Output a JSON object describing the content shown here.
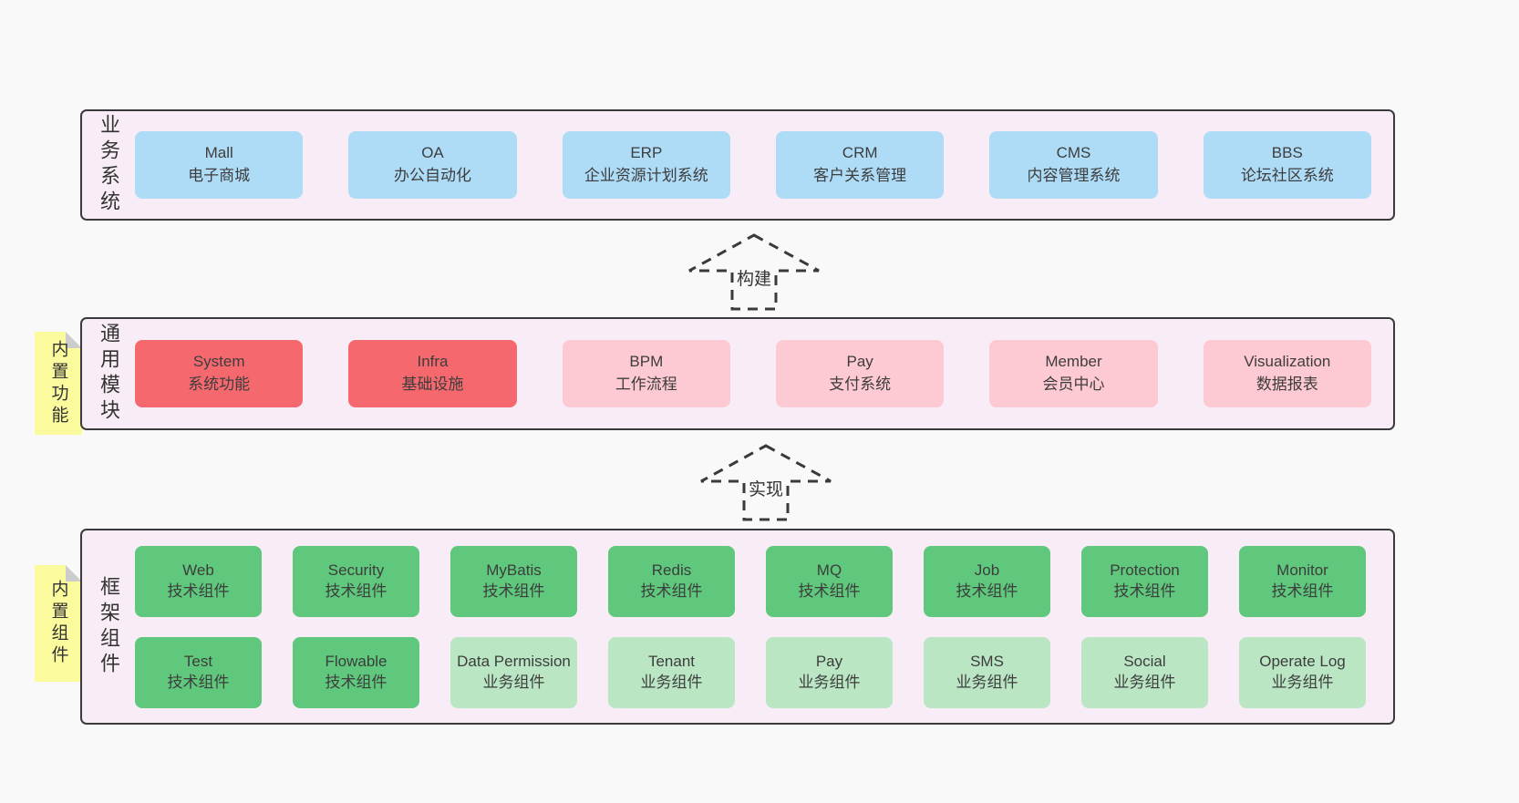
{
  "colors": {
    "page_bg": "#f9f9f9",
    "layer_bg": "#f8edf6",
    "border": "#3a3a3a",
    "text": "#3d3d3d",
    "blue": "#aedcf7",
    "red": "#f5696e",
    "pink": "#fdc9d3",
    "green": "#5fc87c",
    "lightgreen": "#bae6c4",
    "note": "#fbfb9e",
    "fold": "#cccccc"
  },
  "arrows": [
    {
      "label": "构建"
    },
    {
      "label": "实现"
    }
  ],
  "layers": [
    {
      "label": "业务系统",
      "boxes": [
        {
          "title": "Mall",
          "subtitle": "电子商城",
          "variant": "blue"
        },
        {
          "title": "OA",
          "subtitle": "办公自动化",
          "variant": "blue"
        },
        {
          "title": "ERP",
          "subtitle": "企业资源计划系统",
          "variant": "blue"
        },
        {
          "title": "CRM",
          "subtitle": "客户关系管理",
          "variant": "blue"
        },
        {
          "title": "CMS",
          "subtitle": "内容管理系统",
          "variant": "blue"
        },
        {
          "title": "BBS",
          "subtitle": "论坛社区系统",
          "variant": "blue"
        }
      ]
    },
    {
      "label": "通用模块",
      "note": "内置功能",
      "boxes": [
        {
          "title": "System",
          "subtitle": "系统功能",
          "variant": "red"
        },
        {
          "title": "Infra",
          "subtitle": "基础设施",
          "variant": "red"
        },
        {
          "title": "BPM",
          "subtitle": "工作流程",
          "variant": "pink"
        },
        {
          "title": "Pay",
          "subtitle": "支付系统",
          "variant": "pink"
        },
        {
          "title": "Member",
          "subtitle": "会员中心",
          "variant": "pink"
        },
        {
          "title": "Visualization",
          "subtitle": "数据报表",
          "variant": "pink"
        }
      ]
    },
    {
      "label": "框架组件",
      "note": "内置组件",
      "boxes": [
        {
          "title": "Web",
          "subtitle": "技术组件",
          "variant": "green"
        },
        {
          "title": "Security",
          "subtitle": "技术组件",
          "variant": "green"
        },
        {
          "title": "MyBatis",
          "subtitle": "技术组件",
          "variant": "green"
        },
        {
          "title": "Redis",
          "subtitle": "技术组件",
          "variant": "green"
        },
        {
          "title": "MQ",
          "subtitle": "技术组件",
          "variant": "green"
        },
        {
          "title": "Job",
          "subtitle": "技术组件",
          "variant": "green"
        },
        {
          "title": "Protection",
          "subtitle": "技术组件",
          "variant": "green"
        },
        {
          "title": "Monitor",
          "subtitle": "技术组件",
          "variant": "green"
        },
        {
          "title": "Test",
          "subtitle": "技术组件",
          "variant": "green"
        },
        {
          "title": "Flowable",
          "subtitle": "技术组件",
          "variant": "green"
        },
        {
          "title": "Data Permission",
          "subtitle": "业务组件",
          "variant": "lightgreen"
        },
        {
          "title": "Tenant",
          "subtitle": "业务组件",
          "variant": "lightgreen"
        },
        {
          "title": "Pay",
          "subtitle": "业务组件",
          "variant": "lightgreen"
        },
        {
          "title": "SMS",
          "subtitle": "业务组件",
          "variant": "lightgreen"
        },
        {
          "title": "Social",
          "subtitle": "业务组件",
          "variant": "lightgreen"
        },
        {
          "title": "Operate Log",
          "subtitle": "业务组件",
          "variant": "lightgreen"
        }
      ]
    }
  ]
}
